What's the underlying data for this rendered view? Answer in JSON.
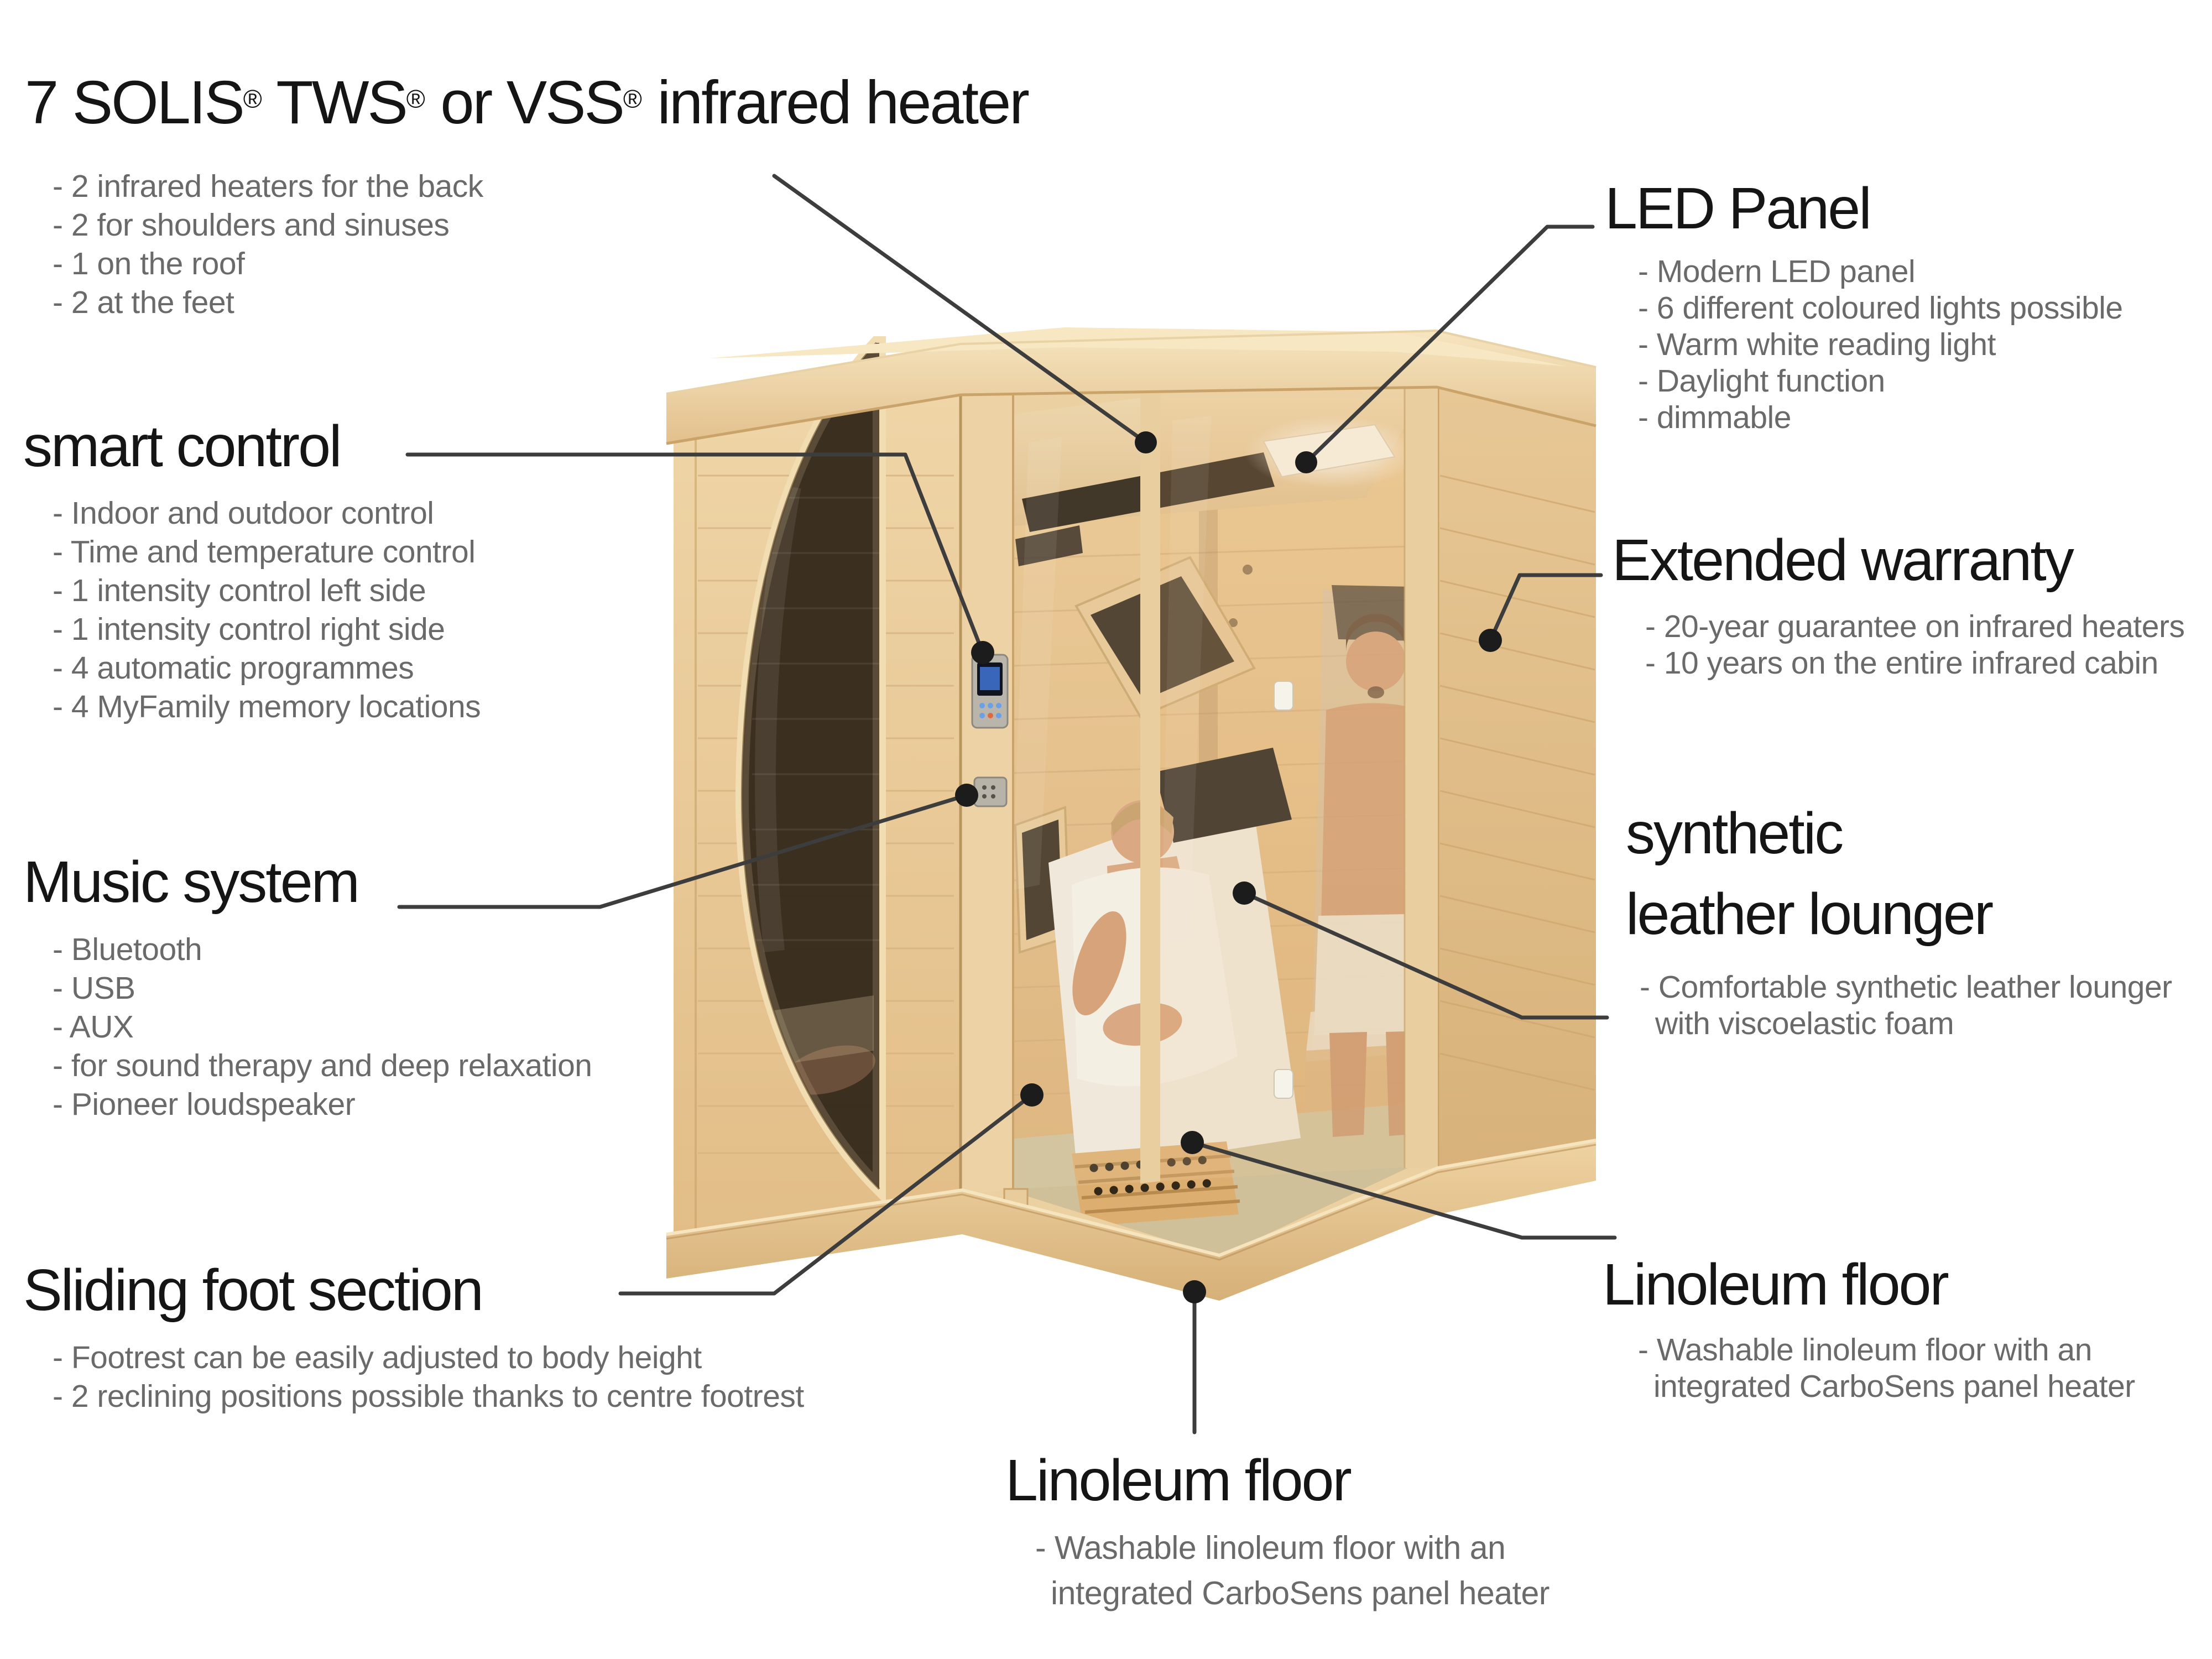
{
  "colors": {
    "heading_text": "#151515",
    "bullet_text": "#6a6a6a",
    "callout_line": "#3d3d3d",
    "wood_light": "#f2ddb4",
    "wood_mid": "#eacf9e",
    "wood_dark": "#d9b57e",
    "glass_tint": "#4a3a28",
    "led_white": "#faf6ea",
    "linoleum": "#cfc09a"
  },
  "callouts": {
    "heaters": {
      "title_parts": [
        "7 SOLIS",
        "®",
        " TWS",
        "®",
        " or VSS",
        "®",
        " infrared heater"
      ],
      "bullets": [
        "- 2 infrared heaters for the back",
        "- 2 for shoulders and sinuses",
        "- 1 on the roof",
        "- 2 at the feet"
      ]
    },
    "smart_control": {
      "title": "smart control",
      "bullets": [
        "- Indoor and outdoor control",
        "- Time and temperature control",
        "- 1 intensity control left side",
        "- 1 intensity control right side",
        "- 4 automatic programmes",
        "- 4 MyFamily memory locations"
      ]
    },
    "music_system": {
      "title": "Music system",
      "bullets": [
        "- Bluetooth",
        "- USB",
        "- AUX",
        "- for sound therapy and deep relaxation",
        "- Pioneer loudspeaker"
      ]
    },
    "sliding_foot": {
      "title": "Sliding foot section",
      "bullets": [
        "- Footrest can be easily adjusted to body height",
        "- 2 reclining positions possible thanks to centre footrest"
      ]
    },
    "led_panel": {
      "title": "LED Panel",
      "bullets": [
        "- Modern LED panel",
        "- 6 different coloured lights possible",
        "- Warm white reading light",
        "- Daylight function",
        "- dimmable"
      ]
    },
    "extended_warranty": {
      "title": "Extended warranty",
      "bullets": [
        "- 20-year guarantee on infrared heaters",
        "- 10 years on the entire infrared cabin"
      ]
    },
    "synthetic_lounger": {
      "title_line1": "synthetic",
      "title_line2": "leather lounger",
      "bullets": [
        "- Comfortable synthetic leather lounger",
        "with viscoelastic foam"
      ]
    },
    "linoleum_right": {
      "title": "Linoleum floor",
      "bullets": [
        "- Washable linoleum floor with an",
        "integrated CarboSens panel heater"
      ]
    },
    "linoleum_bottom": {
      "title": "Linoleum floor",
      "bullets": [
        "- Washable linoleum floor with an",
        "integrated CarboSens panel heater"
      ]
    }
  }
}
